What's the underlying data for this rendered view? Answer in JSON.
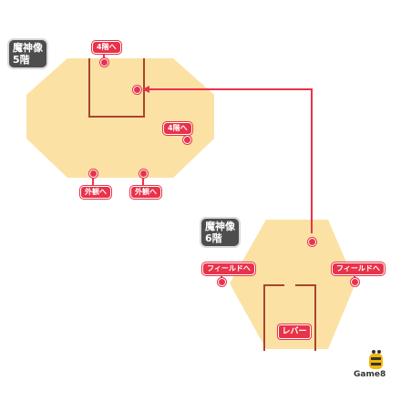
{
  "floors": [
    {
      "badge": "魔神像\n5階"
    },
    {
      "badge": "魔神像\n6階"
    }
  ],
  "labels": {
    "to_4f_top": "4階へ",
    "to_4f_right": "4階へ",
    "outer_left": "外観へ",
    "outer_right": "外観へ",
    "field_left": "フィールドへ",
    "field_right": "フィールドへ",
    "lever": "レバー"
  },
  "brand": {
    "logo_text": "Game8"
  },
  "colors": {
    "floor_fill": "#fbe1a4",
    "wall": "#a8452e",
    "marker": "#e8334a",
    "badge": "#4d4d4d"
  }
}
